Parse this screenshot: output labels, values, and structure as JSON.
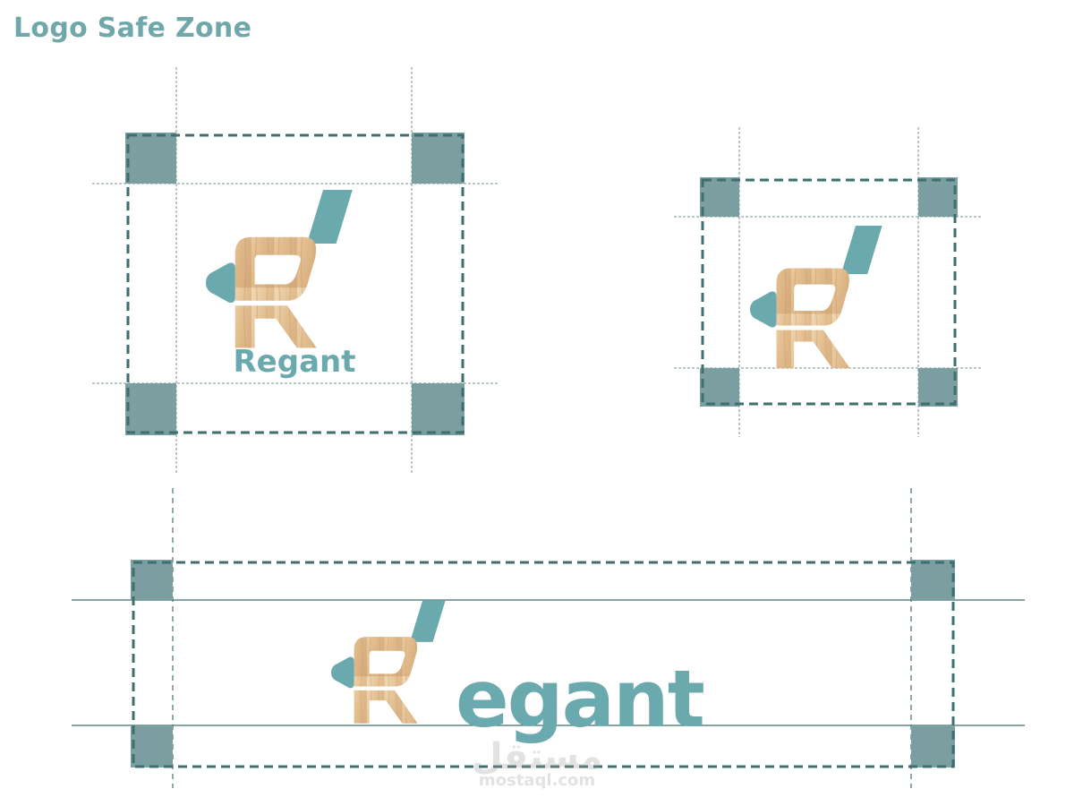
{
  "page": {
    "title": "Logo Safe Zone"
  },
  "brand": {
    "name": "Regant",
    "wordmark_tail": "egant",
    "colors": {
      "teal": "#6aa9ad",
      "safe_square": "#7b9ea0",
      "dash_border": "#3f6e6e",
      "guide_line": "#5c7f86",
      "wood_light": "#ecd2ab",
      "wood_dark": "#d1a779"
    }
  },
  "layouts": [
    {
      "name": "stacked-logo-with-wordmark"
    },
    {
      "name": "icon-only"
    },
    {
      "name": "horizontal-logo"
    }
  ],
  "watermark": {
    "arabic": "مستقل",
    "latin": "mostaql.com"
  }
}
